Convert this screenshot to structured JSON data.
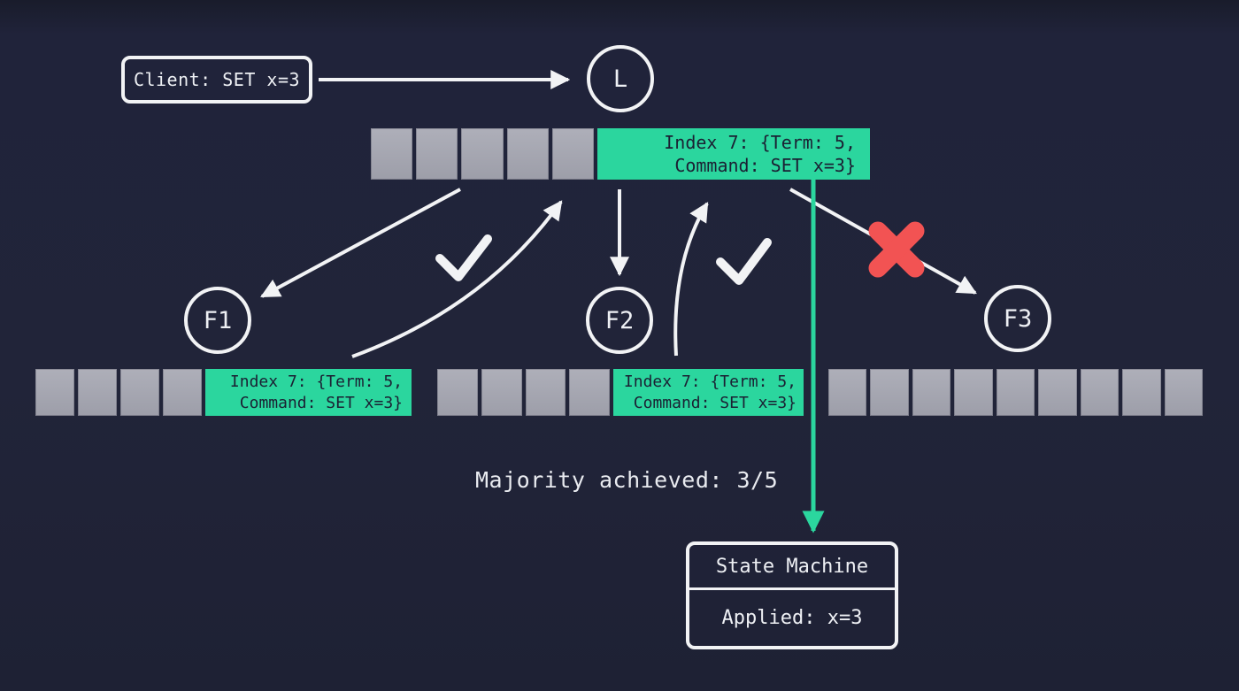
{
  "colors": {
    "background": "#20233a",
    "stroke_white": "#f2f3f5",
    "accent_green": "#2bd69e",
    "cell_gray": "#a2a3ad",
    "error_red": "#f25353",
    "entry_text_dark": "#1b2033"
  },
  "client": {
    "label": "Client: SET x=3"
  },
  "nodes": {
    "leader": {
      "label": "L"
    },
    "f1": {
      "label": "F1"
    },
    "f2": {
      "label": "F2"
    },
    "f3": {
      "label": "F3"
    }
  },
  "log_entry": {
    "line1": "Index 7: {Term: 5,",
    "line2": "Command: SET x=3}"
  },
  "logs": {
    "leader": {
      "empty_cells": 5,
      "has_entry": true
    },
    "f1": {
      "empty_cells": 4,
      "has_entry": true
    },
    "f2": {
      "empty_cells": 4,
      "has_entry": true
    },
    "f3": {
      "empty_cells": 9,
      "has_entry": false
    }
  },
  "acks": {
    "f1": "acknowledged",
    "f2": "acknowledged",
    "f3": "failed"
  },
  "majority_text": "Majority achieved: 3/5",
  "state_machine": {
    "title": "State Machine",
    "applied": "Applied: x=3"
  }
}
